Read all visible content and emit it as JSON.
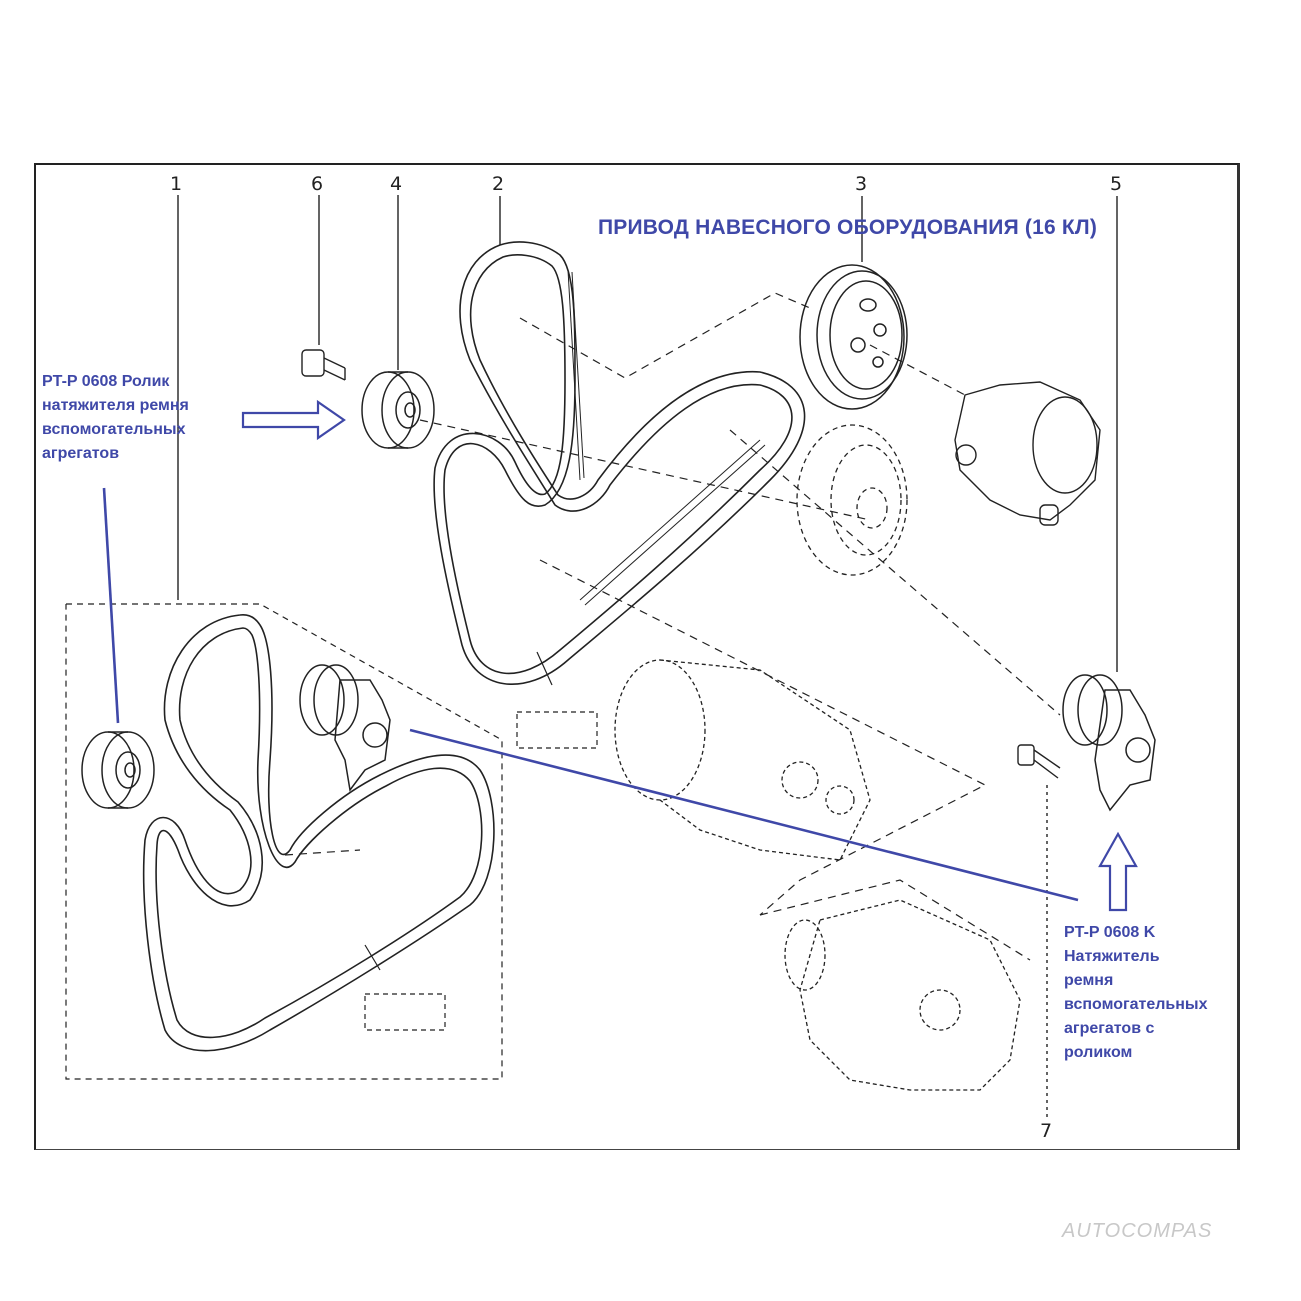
{
  "title": "ПРИВОД НАВЕСНОГО ОБОРУДОВАНИЯ (16 КЛ)",
  "callouts": [
    "1",
    "6",
    "4",
    "2",
    "3",
    "5",
    "7"
  ],
  "annotation_left": "PT-P 0608 Ролик\nнатяжителя ремня\nвспомогательных\nагрегатов",
  "annotation_right": "PT-P 0608 K\nНатяжитель\nремня\nвспомогательных\nагрегатов с\nроликом",
  "watermark": "AUTOCOMPAS",
  "colors": {
    "annotation": "#3f48a8",
    "line_art": "#222222",
    "watermark": "#c8c8c8"
  }
}
